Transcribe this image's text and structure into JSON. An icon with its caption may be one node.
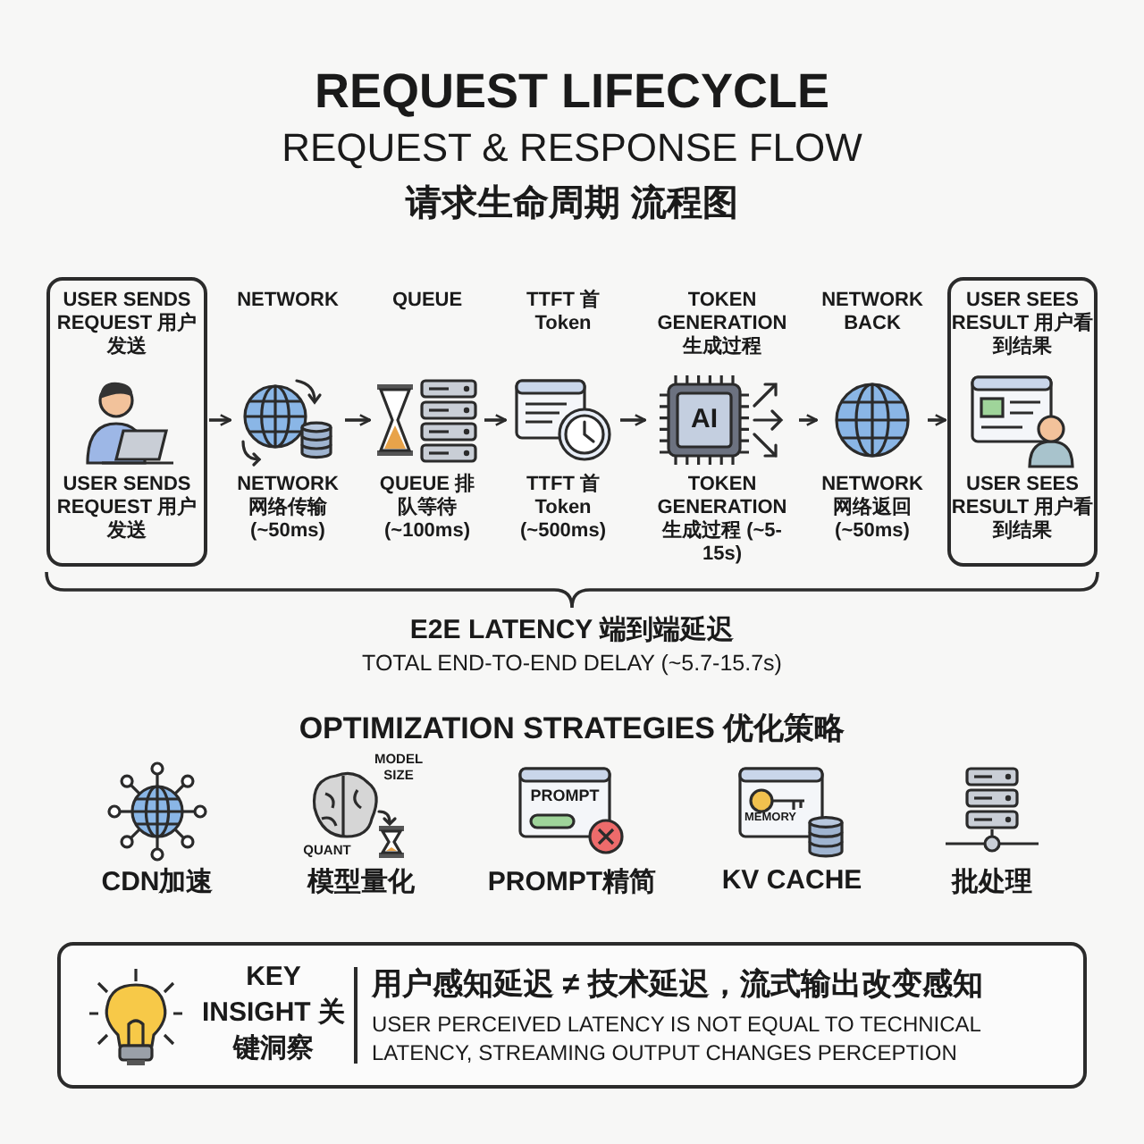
{
  "diagram": {
    "title": "REQUEST LIFECYCLE",
    "nodes": [
      {
        "text": [
          "USER SENDS REQUEST 用户发送",
          "USER SENDS REQUEST 用户发送"
        ]
      },
      {
        "text": [
          "NETWORK",
          "NETWORK 网络传输 (~50ms)"
        ]
      },
      {
        "text": [
          "QUEUE",
          "QUEUE 排队等待 (~100ms)"
        ]
      },
      {
        "text": [
          "TTFT 首Token",
          "TTFT 首Token (~500ms)"
        ]
      },
      {
        "text": [
          "TOKEN GENERATION 生成过程",
          "TOKEN GENERATION 生成过程 (~5-15s)"
        ]
      },
      {
        "text": [
          "NETWORK BACK",
          "NETWORK 网络返回 (~50ms)"
        ]
      },
      {
        "text": [
          "USER SEES RESULT 用户看到结果",
          "USER SEES RESULT 用户看到结果"
        ]
      },
      {
        "text": [
          "KEY INSIGHT 关键洞察",
          "用户感知延迟 ≠ 技术延迟，流式输出改变感知",
          "USER PERCEIVED LATENCY IS NOT EQUAL TO TECHNICAL LATENCY, STREAMING OUTPUT CHANGES PERCEPTION"
        ]
      }
    ],
    "edges": [
      {
        "from": 0,
        "to": 1,
        "arrow": "to"
      },
      {
        "from": 1,
        "to": 2,
        "arrow": "to"
      },
      {
        "from": 2,
        "to": 3,
        "arrow": "to"
      },
      {
        "from": 3,
        "to": 4,
        "arrow": "to"
      },
      {
        "from": 4,
        "to": 5,
        "arrow": "to"
      },
      {
        "from": 5,
        "to": 6,
        "arrow": "to"
      }
    ],
    "labels": [
      "REQUEST & RESPONSE FLOW",
      "请求生命周期 流程图",
      "AI",
      "E2E LATENCY 端到端延迟",
      "TOTAL END-TO-END DELAY (~5.7-15.7s)",
      "OPTIMIZATION STRATEGIES 优化策略",
      "MODEL SIZE",
      "QUANT",
      "PROMPT",
      "MEMORY",
      "CDN加速",
      "模型量化",
      "PROMPT精简",
      "KV CACHE",
      "批处理"
    ]
  }
}
